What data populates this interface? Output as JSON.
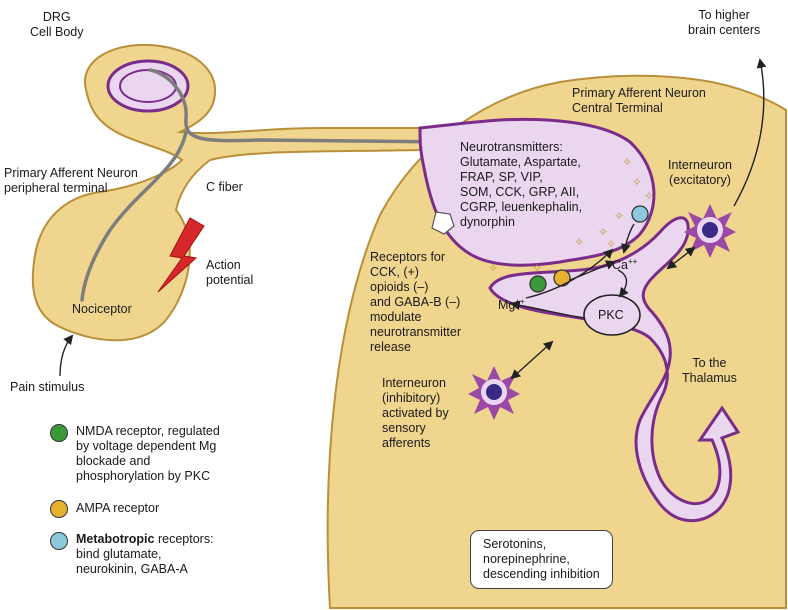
{
  "labels": {
    "drg": [
      "DRG",
      "Cell Body"
    ],
    "peripheral": [
      "Primary Afferent Neuron",
      "peripheral terminal"
    ],
    "c_fiber": "C fiber",
    "action_potential": [
      "Action",
      "potential"
    ],
    "nociceptor": "Nociceptor",
    "pain_stimulus": "Pain stimulus",
    "central_terminal": [
      "Primary Afferent Neuron",
      "Central Terminal"
    ],
    "neurotransmitters": [
      "Neurotransmitters:",
      "Glutamate, Aspartate,",
      "FRAP, SP, VIP,",
      "SOM, CCK, GRP, AII,",
      "CGRP, leuenkephalin,",
      "dynorphin"
    ],
    "interneuron_excitatory": [
      "Interneuron",
      "(excitatory)"
    ],
    "higher_brain": [
      "To higher",
      "brain centers"
    ],
    "receptors": [
      "Receptors for",
      "CCK, (+)",
      "opioids (–)",
      "and GABA-B (–)",
      "modulate",
      "neurotransmitter",
      "release"
    ],
    "ca": "Ca",
    "ca_sup": "++",
    "mg": "Mg",
    "mg_sup": "++",
    "pkc": "PKC",
    "interneuron_inhibitory": [
      "Interneuron",
      "(inhibitory)",
      "activated by",
      "sensory",
      "afferents"
    ],
    "to_thalamus": [
      "To the",
      "Thalamus"
    ],
    "descending": [
      "Serotonins,",
      "norepinephrine,",
      "descending inhibition"
    ]
  },
  "legend": [
    {
      "color": "#3a9a3a",
      "lines": [
        "NMDA receptor, regulated",
        "by voltage dependent Mg",
        "blockade and",
        "phosphorylation by PKC"
      ]
    },
    {
      "color": "#e8b030",
      "lines": [
        "AMPA receptor"
      ]
    },
    {
      "color": "#8ec8dc",
      "bold": "Metabotropic",
      "lines": [
        " receptors:",
        "bind glutamate,",
        "neurokinin, GABA-A"
      ]
    }
  ],
  "colors": {
    "tissue": "#f0d58e",
    "tissue_stroke": "#b8903a",
    "terminal": "#ead6ee",
    "terminal_stroke": "#7a2c8a",
    "arrow_purple": "#8a3a9a",
    "action_potential": "#d6282a",
    "star": "#9a4aa6",
    "star_core": "#3a2a86"
  }
}
